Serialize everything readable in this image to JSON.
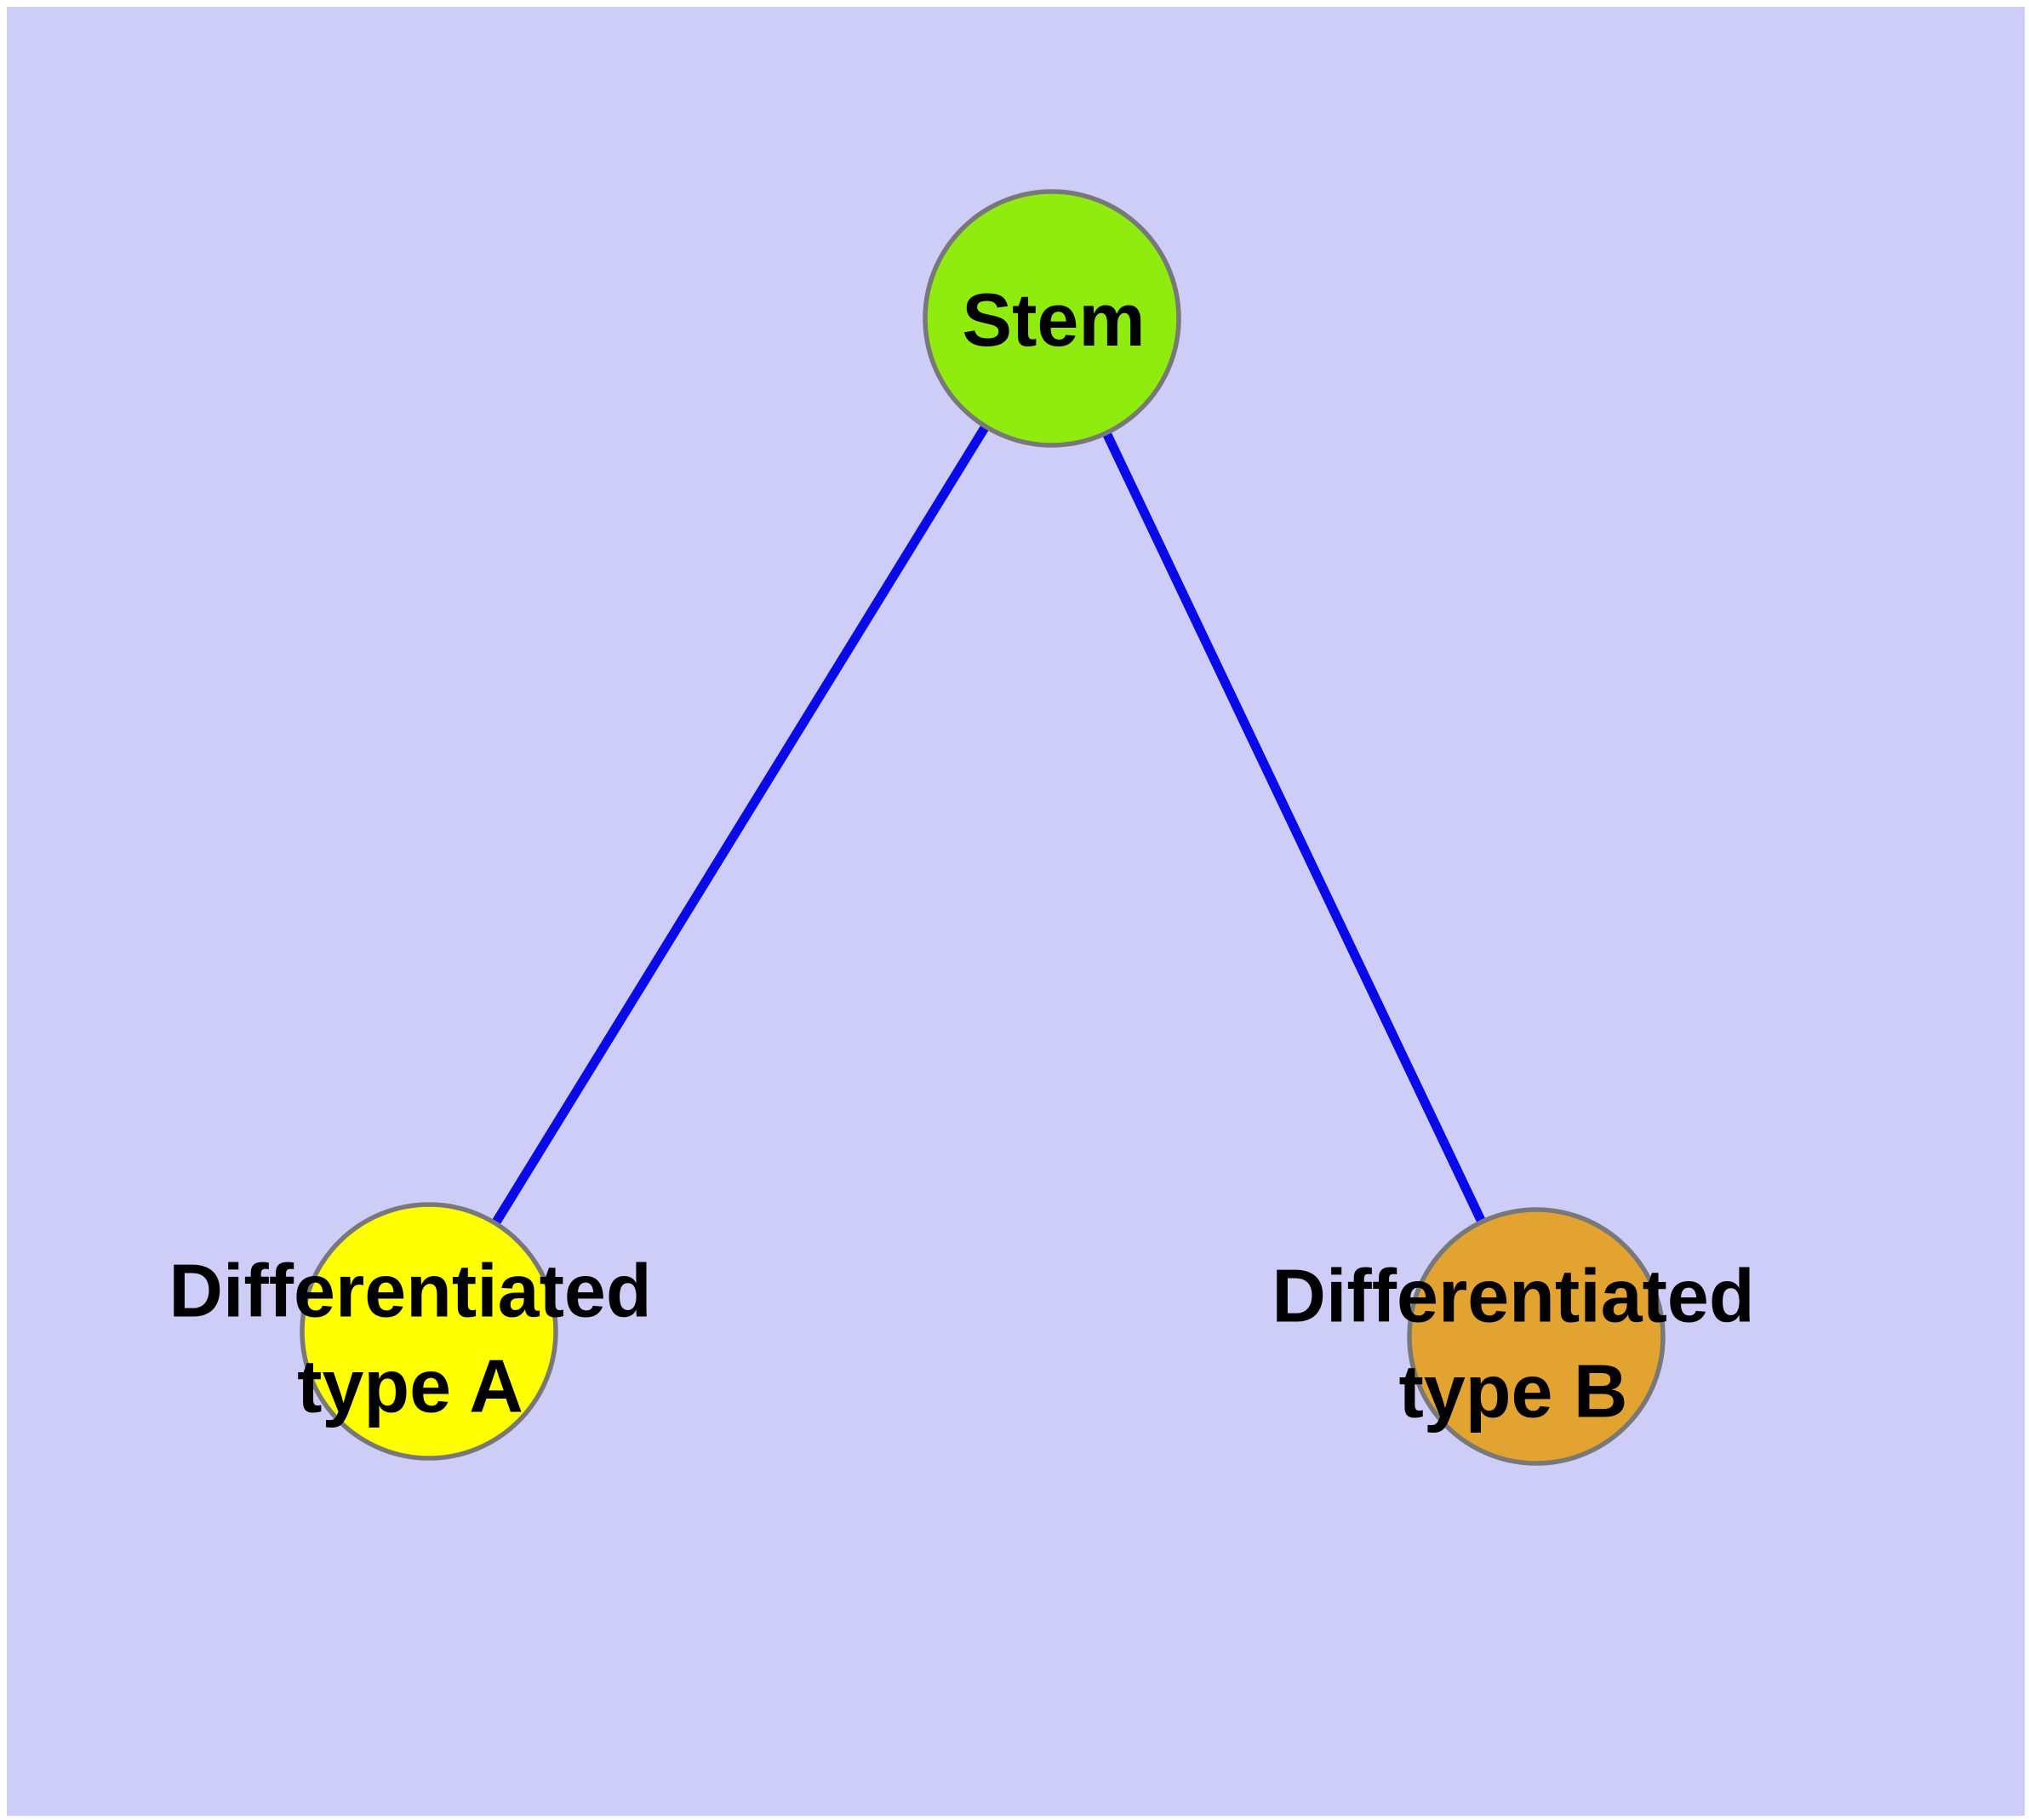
{
  "diagram": {
    "background_color": "#CDCDF8",
    "page_margin_color": "#FFFFFF",
    "edge_color": "#0A0AE8",
    "node_border_color": "#787878",
    "label_color": "#000000",
    "nodes": [
      {
        "id": "stem",
        "fill": "#90EC0E",
        "label_lines": [
          "Stem"
        ]
      },
      {
        "id": "differentiated-type-a",
        "fill": "#FFFF00",
        "label_lines": [
          "Differentiated",
          "type A"
        ]
      },
      {
        "id": "differentiated-type-b",
        "fill": "#E3A331",
        "label_lines": [
          "Differentiated",
          "type B"
        ]
      }
    ],
    "edges": [
      {
        "source": "Stem",
        "target": "Differentiated type A"
      },
      {
        "source": "Stem",
        "target": "Differentiated type B"
      }
    ]
  }
}
